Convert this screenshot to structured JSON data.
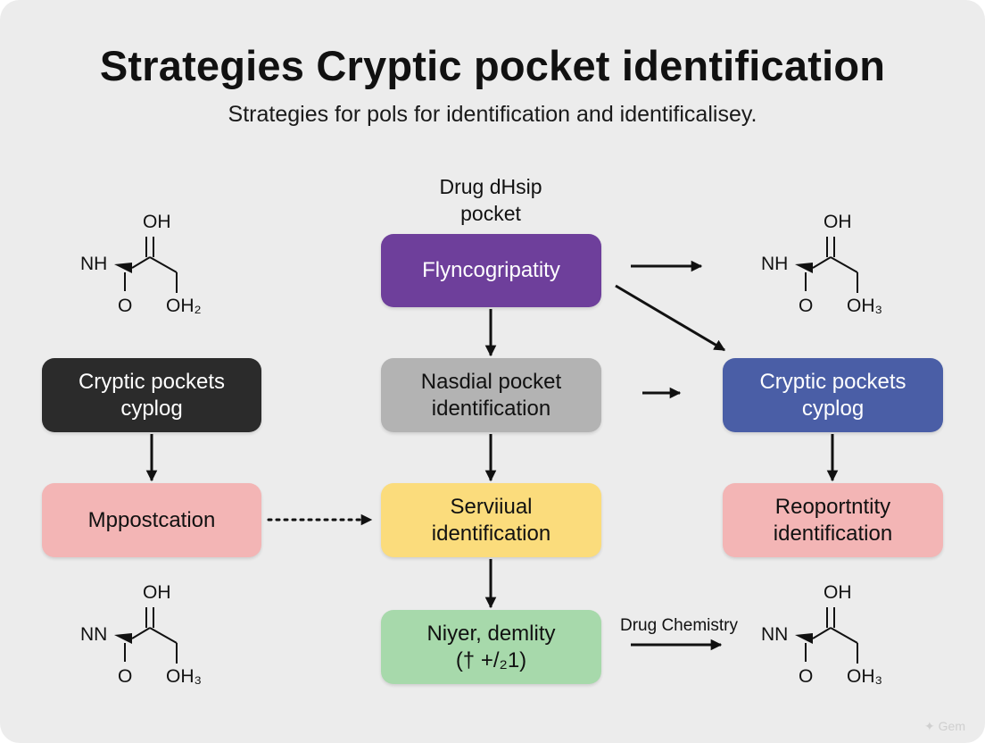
{
  "title": "Strategies Cryptic pocket identification",
  "subtitle": "Strategies for pols for identification and identificalisey.",
  "colors": {
    "background": "#ececec",
    "purple": "#6e3f9b",
    "gray": "#b3b3b3",
    "yellow": "#fbdc7c",
    "green": "#a7d9ab",
    "dark": "#2b2b2b",
    "blue": "#4a5ea6",
    "pink": "#f3b5b5",
    "arrow": "#111111"
  },
  "nodes": {
    "center_label": "Drug dHsip\npocket",
    "purple_box": "Flyncogripatity",
    "gray_box": "Nasdial pocket\nidentification",
    "yellow_box": "Serviiual\nidentification",
    "green_box": "Niyer, demlity\n(†  +/₂1)",
    "dark_box": "Cryptic pockets\ncyplog",
    "pink_left_box": "Mppostcation",
    "blue_box": "Cryptic pockets\ncyplog",
    "pink_right_box": "Reoportntity\nidentification",
    "drug_chem_label": "Drug Chemistry"
  },
  "molecules": {
    "top_left": {
      "oh": "OH",
      "n": "NH",
      "o": "O",
      "tail": "OH₂"
    },
    "top_right": {
      "oh": "OH",
      "n": "NH",
      "o": "O",
      "tail": "OH₃"
    },
    "bottom_left": {
      "oh": "OH",
      "n": "NN",
      "o": "O",
      "tail": "OH₃"
    },
    "bottom_right": {
      "oh": "OH",
      "n": "NN",
      "o": "O",
      "tail": "OH₃"
    }
  },
  "icons": {
    "watermark": "sparkle-icon"
  },
  "watermark_text": "Gem"
}
